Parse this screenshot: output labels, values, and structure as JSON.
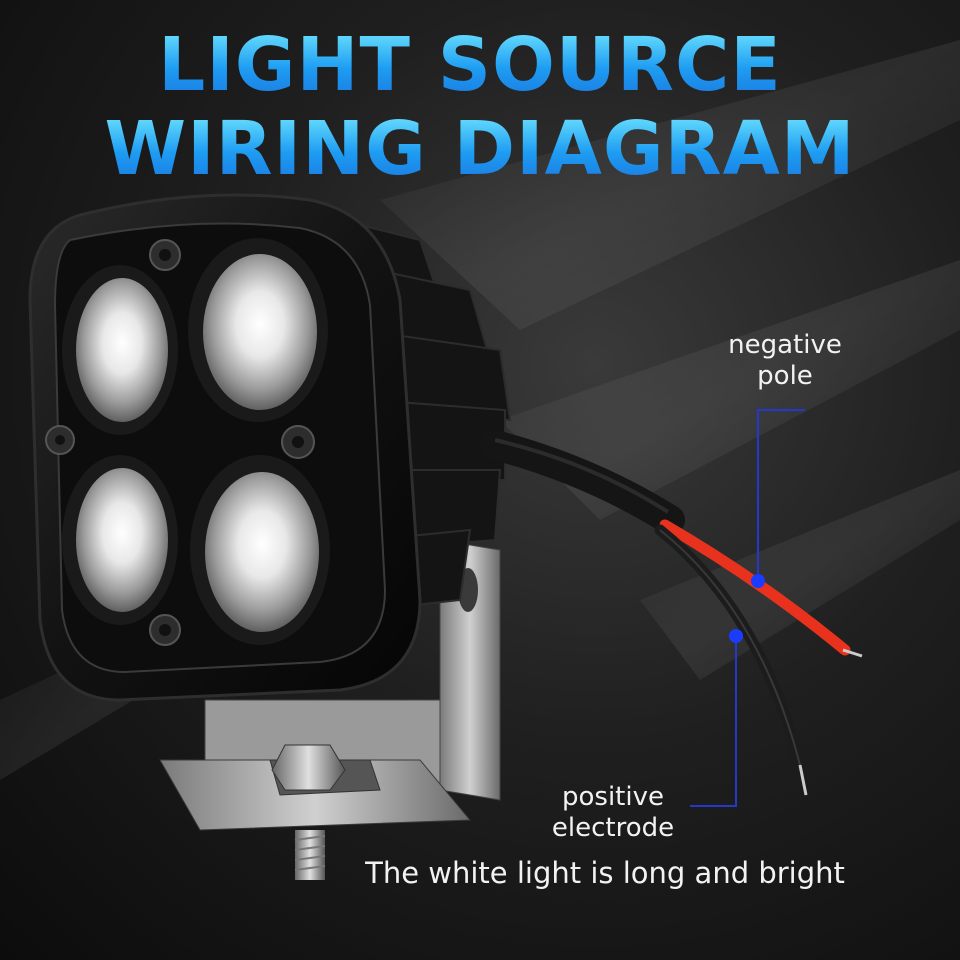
{
  "title": {
    "line1": "LIGHT SOURCE",
    "line2": "WIRING DIAGRAM"
  },
  "labels": {
    "negative": [
      "negative",
      "pole"
    ],
    "positive": [
      "positive",
      "electrode"
    ],
    "caption": "The white light is long and bright"
  },
  "colors": {
    "title_top": "#6fe4ff",
    "title_bottom": "#1a78e0",
    "wire_red": "#e8321e",
    "wire_black": "#1c1c1c",
    "marker": "#1a3cff",
    "leader": "#2538c8",
    "label_text": "#f2f2f2"
  }
}
